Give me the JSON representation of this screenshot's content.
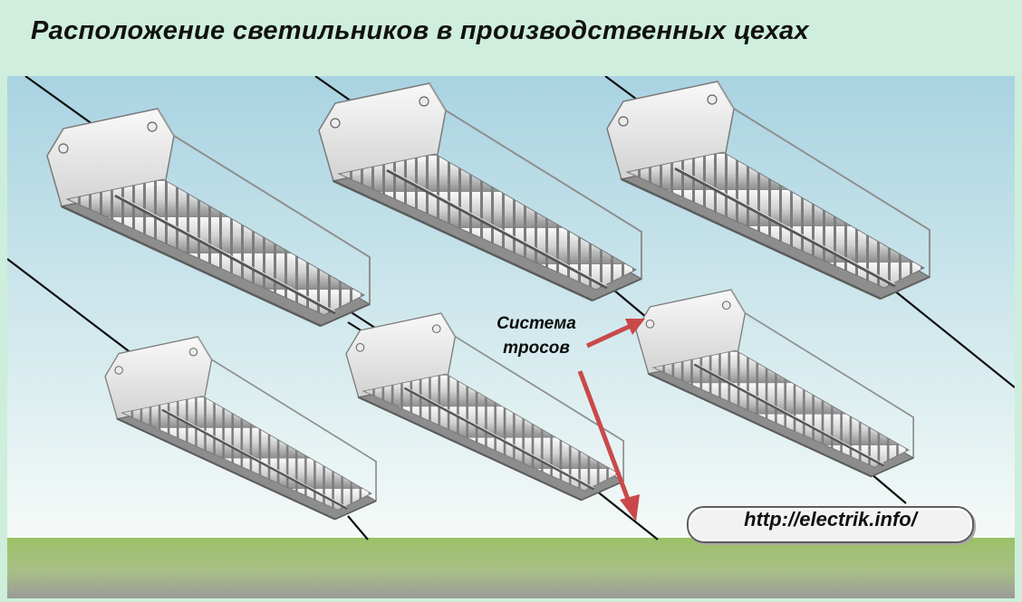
{
  "title": "Расположение светильников в производственных цехах",
  "annotation": {
    "line1": "Система",
    "line2": "тросов"
  },
  "url_badge": "http://electrik.info/",
  "colors": {
    "header_bg": "#cfeedd",
    "sky_top": "#a9d3e2",
    "sky_bottom": "#f4f9f8",
    "floor": "#9cc167",
    "arrow": "#c9494b"
  }
}
